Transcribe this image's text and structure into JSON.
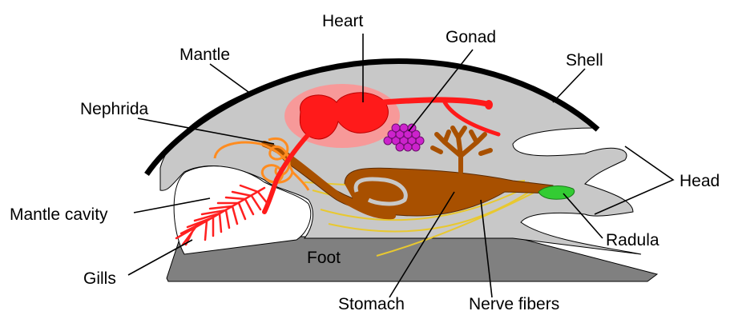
{
  "labels": {
    "heart": "Heart",
    "gonad": "Gonad",
    "mantle": "Mantle",
    "shell": "Shell",
    "nephrida": "Nephrida",
    "head": "Head",
    "mantle_cavity": "Mantle cavity",
    "radula": "Radula",
    "foot": "Foot",
    "gills": "Gills",
    "stomach": "Stomach",
    "nerve_fibers": "Nerve fibers"
  },
  "colors": {
    "body": "#c8c8c8",
    "foot": "#808080",
    "shell": "#000000",
    "heart": "#ff1a1a",
    "pericardium": "#ff9090",
    "gonad": "#cc22cc",
    "stomach": "#a85000",
    "nephridia": "#ff8c20",
    "nerves": "#e8c830",
    "radula": "#33cc33",
    "gills": "#ff2020"
  }
}
